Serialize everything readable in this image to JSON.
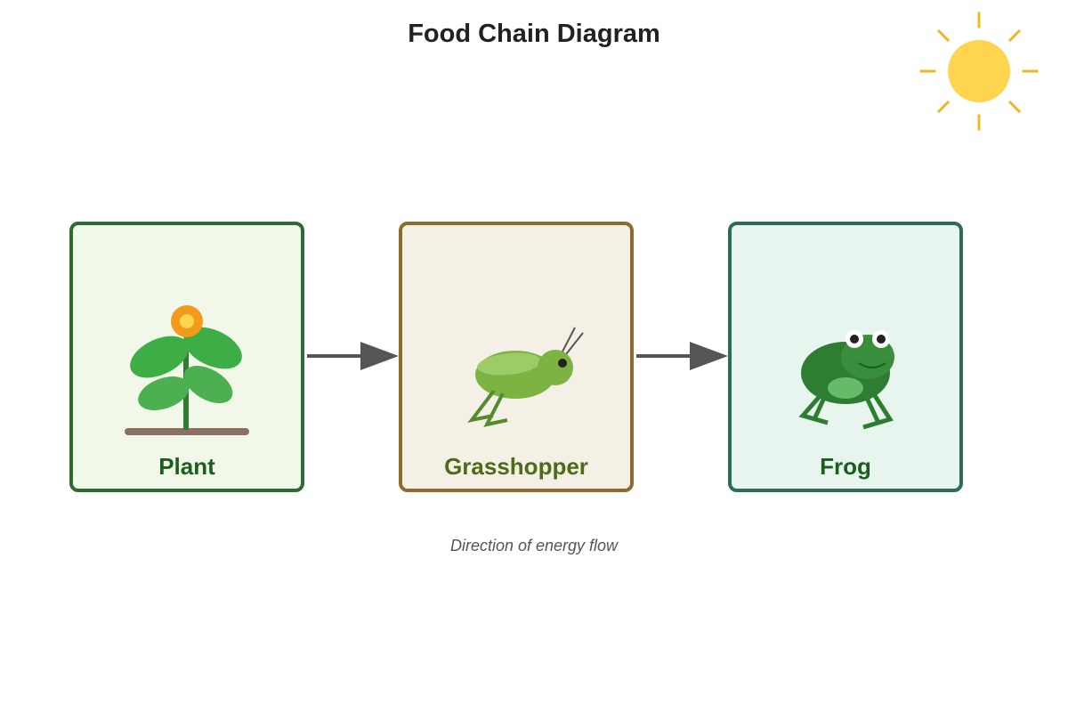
{
  "title": "Food Chain Diagram",
  "caption": "Direction of energy flow",
  "colors": {
    "sun": "#FFD54F",
    "sun_rays": "#F2B824",
    "arrow": "#555555"
  },
  "organisms": [
    {
      "label": "Plant",
      "icon": "plant-icon",
      "border": "#2E6B30",
      "fill": "#F1F8E9",
      "text": "#1B5E20"
    },
    {
      "label": "Grasshopper",
      "icon": "grasshopper-icon",
      "border": "#8B6B2E",
      "fill": "#F5F0E6",
      "text": "#4E6B1A"
    },
    {
      "label": "Frog",
      "icon": "frog-icon",
      "border": "#2E6B5E",
      "fill": "#E8F5EE",
      "text": "#1B5E20"
    }
  ]
}
